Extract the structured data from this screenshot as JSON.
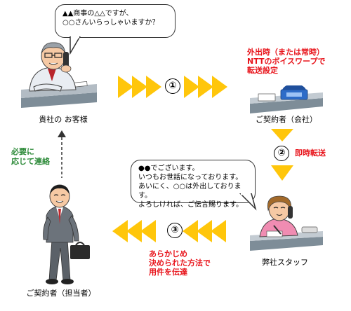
{
  "customer": {
    "bubble_line1": "▲▲商事の△△ですが、",
    "bubble_line2": "○○さんいらっしゃいますか？",
    "label": "貴社の お客様"
  },
  "contractor_company": {
    "note_line1": "外出時（または常時）",
    "note_line2": "NTTのボイスワープで",
    "note_line3": "転送設定",
    "label": "ご契約者（会社）"
  },
  "staff": {
    "bubble_lines": [
      "●●でございます。",
      "いつもお世話になっております。",
      "あいにく、○○は外出しております。",
      "よろしければ、ご伝言賜ります。"
    ],
    "label": "弊社スタッフ",
    "note_line1": "あらかじめ",
    "note_line2": "決められた方法で",
    "note_line3": "用件を伝達"
  },
  "contractor_person": {
    "label": "ご契約者（担当者）",
    "note_line1": "必要に",
    "note_line2": "応じて連絡"
  },
  "steps": {
    "step1": "①",
    "step2": "②",
    "step2_label": "即時転送",
    "step3": "③"
  },
  "colors": {
    "arrow": "#ffc60b",
    "note_red": "#e8141b",
    "note_green": "#2e8b3a"
  }
}
